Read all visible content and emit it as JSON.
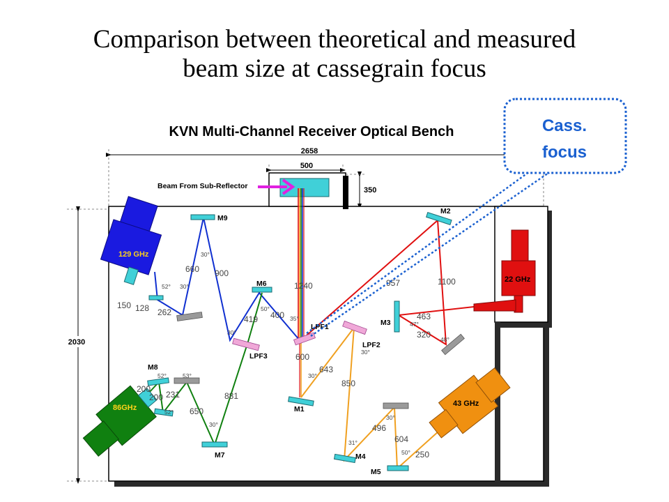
{
  "slide": {
    "title_line1": "Comparison between theoretical and measured",
    "title_line2": "beam size at cassegrain focus"
  },
  "diagram": {
    "title": "KVN Multi-Channel Receiver Optical Bench",
    "beam_source": "Beam From Sub-Reflector",
    "callout": {
      "line1": "Cass.",
      "line2": "focus"
    },
    "dimensions": {
      "width_total": "2658",
      "beam_width": "500",
      "top_offset": "350",
      "height": "2030"
    },
    "receivers": {
      "r129": "129 GHz",
      "r86": "86GHz",
      "r43": "43 GHz",
      "r22": "22 GHz"
    },
    "mirrors": {
      "m1": "M1",
      "m2": "M2",
      "m3": "M3",
      "m4": "M4",
      "m5": "M5",
      "m6": "M6",
      "m7": "M7",
      "m8": "M8",
      "m9": "M9"
    },
    "filters": {
      "lpf1": "LPF1",
      "lpf2": "LPF2",
      "lpf3": "LPF3"
    },
    "distances": {
      "d1240": "1240",
      "d600": "600",
      "d643": "643",
      "d850": "850",
      "d496": "496",
      "d604": "604",
      "d250": "250",
      "d957": "957",
      "d1100": "1100",
      "d463": "463",
      "d320": "320",
      "d660": "660",
      "d900": "900",
      "d419": "419",
      "d400": "400",
      "d881": "881",
      "d650": "650",
      "d231": "231",
      "d200a": "200",
      "d200b": "200",
      "d150": "150",
      "d128": "128",
      "d262": "262"
    },
    "angles": {
      "a30_m9": "30°",
      "a30_129": "30°",
      "a52_129": "52°",
      "a50_m6": "50°",
      "a30_lpf3": "30°",
      "a35_lpf1": "35°",
      "a30_m1": "30°",
      "a30_lpf2": "30°",
      "a31_m4": "31°",
      "a30_m5": "30°",
      "a50_m5": "50°",
      "a47_m3": "47°",
      "a48": "48°",
      "a52_m8": "52°",
      "a52_m8b": "52°",
      "a53": "53°",
      "a30_m7": "30°"
    },
    "colors": {
      "blue": "#1030d0",
      "green": "#108010",
      "red": "#e01010",
      "orange": "#f0a020",
      "mirror": "#40d0d8",
      "filter": "#f0a8d8",
      "callout": "#1a60d0"
    }
  }
}
